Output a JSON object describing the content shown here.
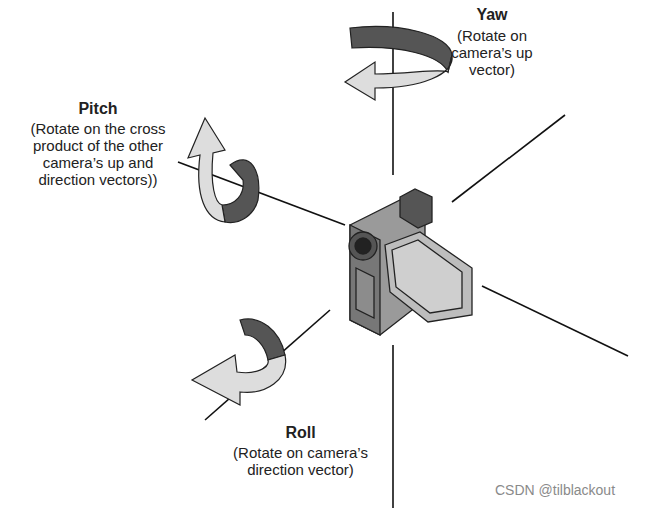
{
  "diagram": {
    "labels": [
      "Yaw",
      "(Rotate on camera’s up vector)",
      "Pitch",
      "(Rotate on the cross product of the other camera’s up and direction vectors))",
      "Roll",
      "(Rotate on camera’s direction vector)",
      "CSDN @tilblackout"
    ]
  }
}
